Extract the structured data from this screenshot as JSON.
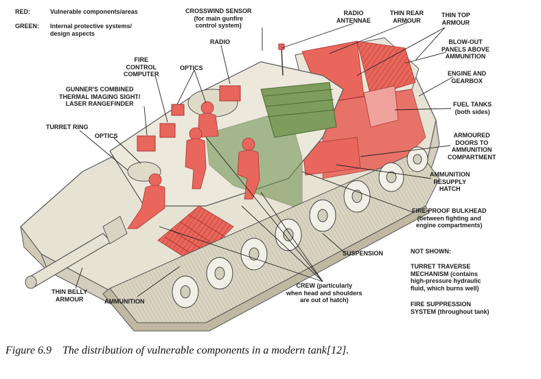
{
  "legend": [
    {
      "key": "RED:",
      "text": "Vulnerable components/areas",
      "color": "#e8665c"
    },
    {
      "key": "GREEN:",
      "text": "Internal protective systems/\ndesign aspects",
      "color": "#6b8f4a"
    }
  ],
  "labels": {
    "crosswind": "CROSSWIND SENSOR\n(for main gunfire\ncontrol system)",
    "radio_antennae": "RADIO\nANTENNAE",
    "thin_rear_armour": "THIN REAR\nARMOUR",
    "thin_top_armour": "THIN TOP\nARMOUR",
    "radio": "RADIO",
    "blow_out_panels": "BLOW-OUT\nPANELS ABOVE\nAMMUNITION",
    "fire_control_computer": "FIRE\nCONTROL\nCOMPUTER",
    "optics_top": "OPTICS",
    "engine_gearbox": "ENGINE AND\nGEARBOX",
    "gunner_sight": "GUNNER'S COMBINED\nTHERMAL IMAGING SIGHT/\nLASER RANGEFINDER",
    "fuel_tanks": "FUEL TANKS\n(both sides)",
    "turret_ring": "TURRET RING",
    "optics_left": "OPTICS",
    "armoured_doors": "ARMOURED\nDOORS TO\nAMMUNITION\nCOMPARTMENT",
    "ammo_hatch": "AMMUNITION\nRESUPPLY\nHATCH",
    "bulkhead": "FIRE-PROOF BULKHEAD\n(between fighting and\nengine compartments)",
    "suspension": "SUSPENSION",
    "not_shown": "NOT SHOWN:",
    "turret_traverse": "TURRET TRAVERSE\nMECHANISM (contains\nhigh-pressure hydraulic\nfluid, which burns well)",
    "fire_suppression": "FIRE SUPPRESSION\nSYSTEM (throughout tank)",
    "crew": "CREW (particularly\nwhen head and shoulders\nare out of hatch)",
    "thin_belly": "THIN BELLY\nARMOUR",
    "ammunition": "AMMUNITION"
  },
  "colors": {
    "vulnerable": "#e8665c",
    "protective": "#6b8f4a",
    "hull": "#e6e2d4",
    "line": "#2a2a2a"
  },
  "caption": "Figure 6.9    The distribution of vulnerable components in a modern tank[12]."
}
